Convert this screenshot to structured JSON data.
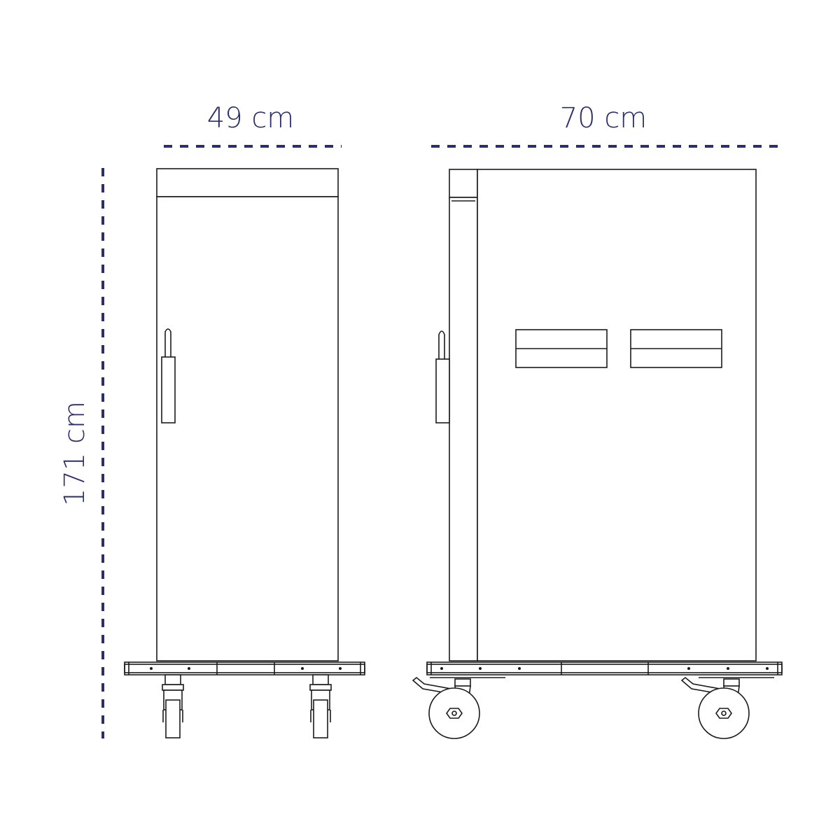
{
  "dimensions": {
    "width": "49 cm",
    "depth": "70 cm",
    "height": "171 cm"
  },
  "colors": {
    "dimension": "#2a2f6b",
    "outline": "#1a1a1a",
    "background": "#ffffff"
  }
}
